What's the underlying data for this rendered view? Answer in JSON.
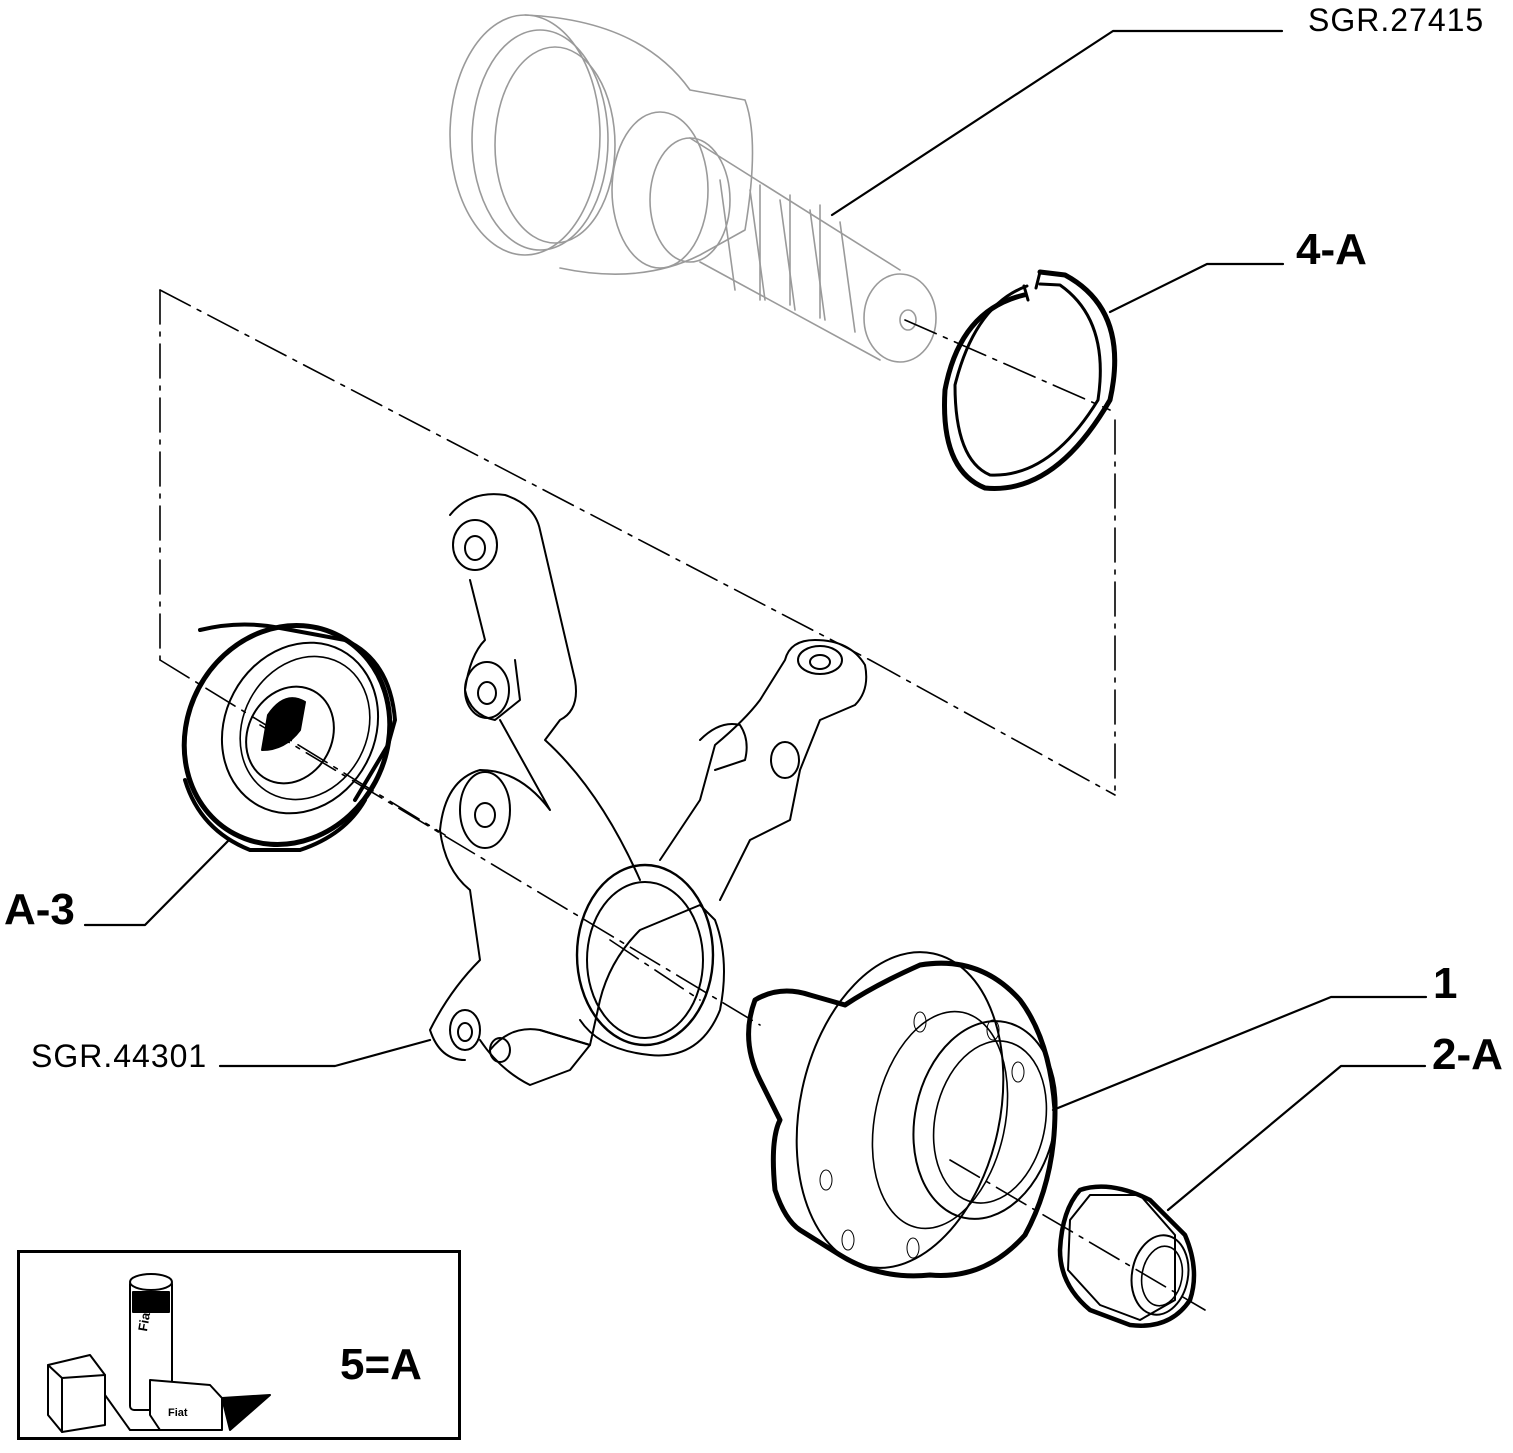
{
  "callouts": {
    "sgr_27415": "SGR.27415",
    "part_4a": "4-A",
    "part_a3": "A-3",
    "part_1": "1",
    "part_2a": "2-A",
    "sgr_44301": "SGR.44301"
  },
  "legend": {
    "text": "5=A",
    "tube_label": "Fiat",
    "box_label": "Fiat"
  },
  "colors": {
    "ink": "#000000",
    "faded": "#9a9a9a",
    "background": "#ffffff"
  }
}
